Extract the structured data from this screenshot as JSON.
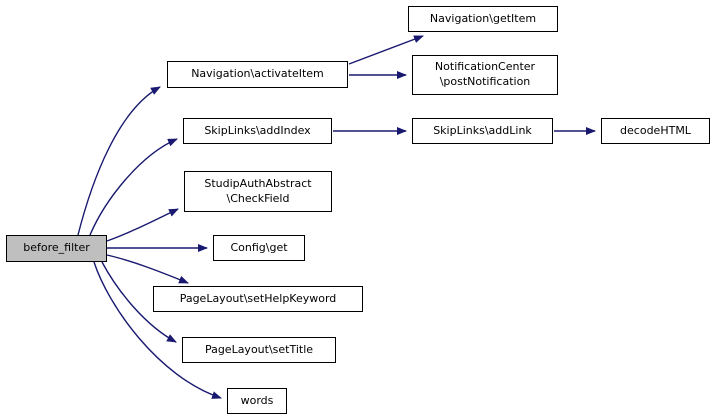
{
  "diagram": {
    "type": "call-graph",
    "root_function": "before_filter"
  },
  "colors": {
    "edge": "#191970",
    "node_border": "#000000",
    "node_fill": "#ffffff",
    "root_fill": "#bfbfbf",
    "text": "#000000",
    "background": "#ffffff"
  },
  "nodes": [
    {
      "id": "before_filter",
      "label": "before_filter",
      "is_root": true
    },
    {
      "id": "navigation-activateitem",
      "label": "Navigation\\activateItem",
      "is_root": false
    },
    {
      "id": "navigation-getitem",
      "label": "Navigation\\getItem",
      "is_root": false
    },
    {
      "id": "notificationcenter-postnotification",
      "label": "NotificationCenter\n\\postNotification",
      "is_root": false
    },
    {
      "id": "skiplinks-addindex",
      "label": "SkipLinks\\addIndex",
      "is_root": false
    },
    {
      "id": "skiplinks-addlink",
      "label": "SkipLinks\\addLink",
      "is_root": false
    },
    {
      "id": "decodehtml",
      "label": "decodeHTML",
      "is_root": false
    },
    {
      "id": "studipauthabstract-checkfield",
      "label": "StudipAuthAbstract\n\\CheckField",
      "is_root": false
    },
    {
      "id": "config-get",
      "label": "Config\\get",
      "is_root": false
    },
    {
      "id": "pagelayout-sethelpkeyword",
      "label": "PageLayout\\setHelpKeyword",
      "is_root": false
    },
    {
      "id": "pagelayout-settitle",
      "label": "PageLayout\\setTitle",
      "is_root": false
    },
    {
      "id": "words",
      "label": "words",
      "is_root": false
    }
  ],
  "edges": [
    {
      "from": "before_filter",
      "to": "Navigation\\activateItem"
    },
    {
      "from": "before_filter",
      "to": "SkipLinks\\addIndex"
    },
    {
      "from": "before_filter",
      "to": "StudipAuthAbstract\\CheckField"
    },
    {
      "from": "before_filter",
      "to": "Config\\get"
    },
    {
      "from": "before_filter",
      "to": "PageLayout\\setHelpKeyword"
    },
    {
      "from": "before_filter",
      "to": "PageLayout\\setTitle"
    },
    {
      "from": "before_filter",
      "to": "words"
    },
    {
      "from": "Navigation\\activateItem",
      "to": "Navigation\\getItem"
    },
    {
      "from": "Navigation\\activateItem",
      "to": "NotificationCenter\\postNotification"
    },
    {
      "from": "SkipLinks\\addIndex",
      "to": "SkipLinks\\addLink"
    },
    {
      "from": "SkipLinks\\addLink",
      "to": "decodeHTML"
    }
  ]
}
